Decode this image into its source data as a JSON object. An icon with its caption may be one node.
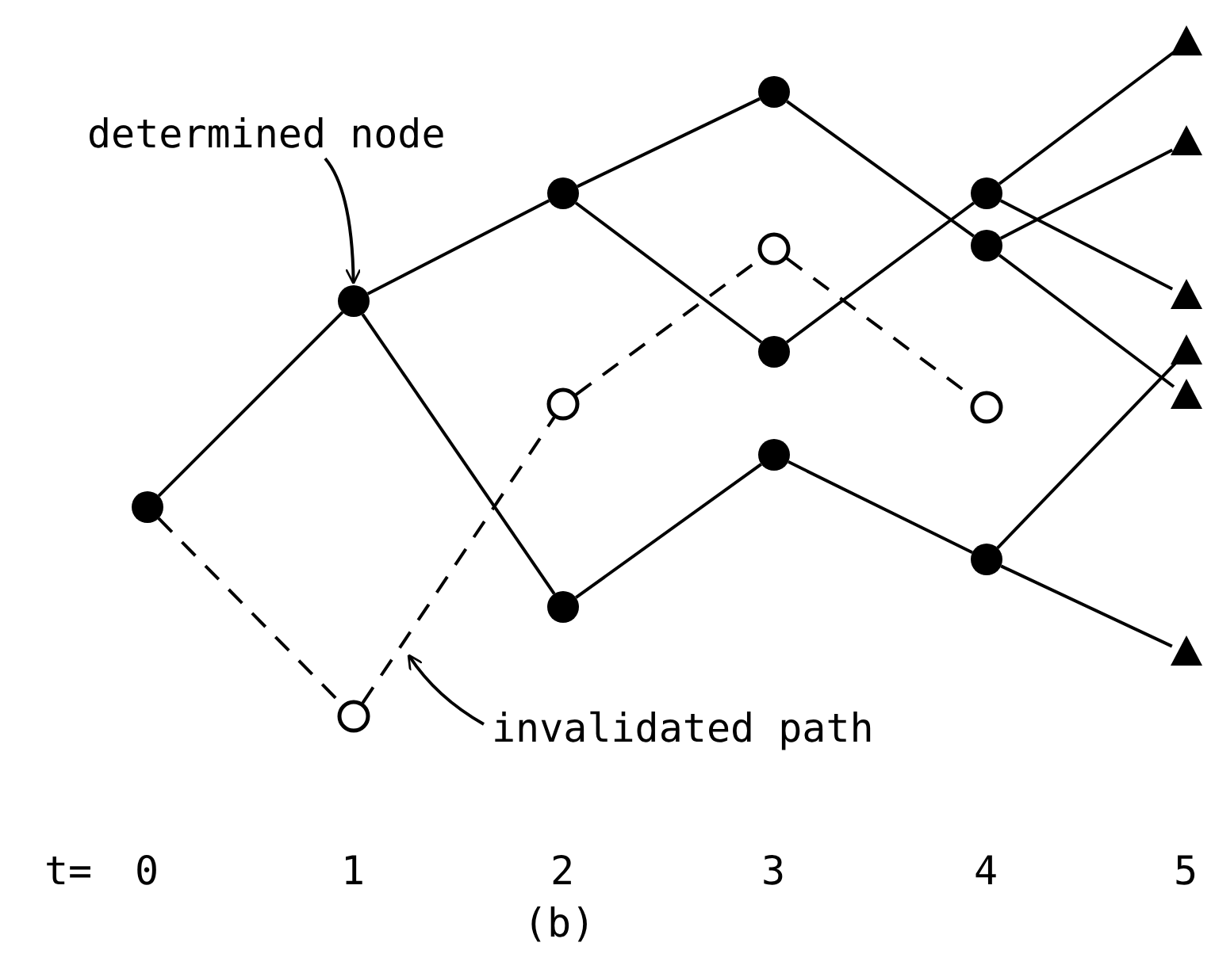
{
  "diagram": {
    "caption": "(b)",
    "nodes": [
      {
        "text": [],
        "shape": "circle"
      },
      {
        "text": [],
        "shape": "circle"
      },
      {
        "text": [],
        "shape": "ring"
      },
      {
        "text": [],
        "shape": "circle"
      },
      {
        "text": [],
        "shape": "ring"
      },
      {
        "text": [],
        "shape": "circle"
      },
      {
        "text": [],
        "shape": "circle"
      },
      {
        "text": [],
        "shape": "ring"
      },
      {
        "text": [],
        "shape": "circle"
      },
      {
        "text": [],
        "shape": "circle"
      },
      {
        "text": [],
        "shape": "circle"
      },
      {
        "text": [],
        "shape": "circle"
      },
      {
        "text": [],
        "shape": "ring"
      },
      {
        "text": [],
        "shape": "circle"
      },
      {
        "text": [],
        "shape": "triangle"
      },
      {
        "text": [],
        "shape": "triangle"
      },
      {
        "text": [],
        "shape": "triangle"
      },
      {
        "text": [],
        "shape": "triangle"
      },
      {
        "text": [],
        "shape": "triangle"
      },
      {
        "text": [],
        "shape": "triangle"
      },
      {
        "text": [
          "determined node"
        ]
      },
      {
        "text": [
          "invalidated path"
        ]
      }
    ],
    "edges": [
      {
        "from": 0,
        "to": 1,
        "arrow": "none"
      },
      {
        "from": 0,
        "to": 2,
        "arrow": "none",
        "style": "dashed"
      },
      {
        "from": 1,
        "to": 3,
        "arrow": "none"
      },
      {
        "from": 1,
        "to": 5,
        "arrow": "none"
      },
      {
        "from": 2,
        "to": 4,
        "arrow": "none",
        "style": "dashed"
      },
      {
        "from": 3,
        "to": 6,
        "arrow": "none"
      },
      {
        "from": 3,
        "to": 8,
        "arrow": "none"
      },
      {
        "from": 4,
        "to": 7,
        "arrow": "none",
        "style": "dashed"
      },
      {
        "from": 5,
        "to": 9,
        "arrow": "none"
      },
      {
        "from": 6,
        "to": 11,
        "arrow": "none"
      },
      {
        "from": 7,
        "to": 12,
        "arrow": "none",
        "style": "dashed"
      },
      {
        "from": 8,
        "to": 10,
        "arrow": "none"
      },
      {
        "from": 9,
        "to": 13,
        "arrow": "none"
      },
      {
        "from": 10,
        "to": 14,
        "arrow": "none"
      },
      {
        "from": 10,
        "to": 16,
        "arrow": "none"
      },
      {
        "from": 11,
        "to": 15,
        "arrow": "none"
      },
      {
        "from": 11,
        "to": 18,
        "arrow": "none"
      },
      {
        "from": 13,
        "to": 17,
        "arrow": "none"
      },
      {
        "from": 13,
        "to": 19,
        "arrow": "none"
      },
      {
        "from": 20,
        "to": 1,
        "arrow": "to"
      },
      {
        "from": 21,
        "to": null,
        "arrow": "to"
      }
    ],
    "labels": [
      "t=",
      "0",
      "1",
      "2",
      "3",
      "4",
      "5"
    ]
  }
}
